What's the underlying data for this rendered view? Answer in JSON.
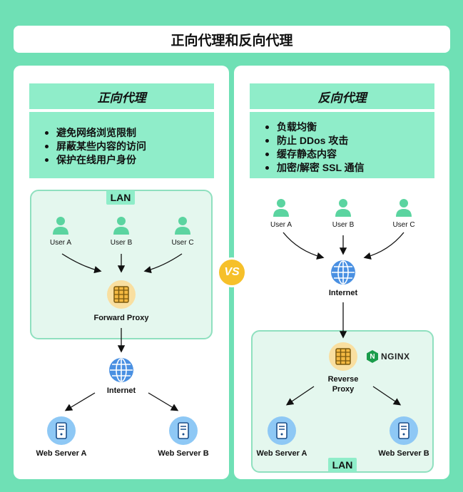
{
  "title": "正向代理和反向代理",
  "vs_label": "VS",
  "left": {
    "heading": "正向代理",
    "bullets": [
      "避免网络浏览限制",
      "屏蔽某些内容的访问",
      "保护在线用户身份"
    ],
    "lan_label": "LAN",
    "users": [
      "User A",
      "User B",
      "User C"
    ],
    "proxy_label": "Forward Proxy",
    "internet_label": "Internet",
    "servers": [
      "Web Server A",
      "Web Server B"
    ]
  },
  "right": {
    "heading": "反向代理",
    "bullets": [
      "负载均衡",
      "防止 DDos 攻击",
      "缓存静态内容",
      "加密/解密 SSL 通信"
    ],
    "lan_label": "LAN",
    "users": [
      "User A",
      "User B",
      "User C"
    ],
    "internet_label": "Internet",
    "proxy_label_line1": "Reverse",
    "proxy_label_line2": "Proxy",
    "nginx_label": "NGINX",
    "nginx_letter": "N",
    "servers": [
      "Web Server A",
      "Web Server B"
    ]
  }
}
